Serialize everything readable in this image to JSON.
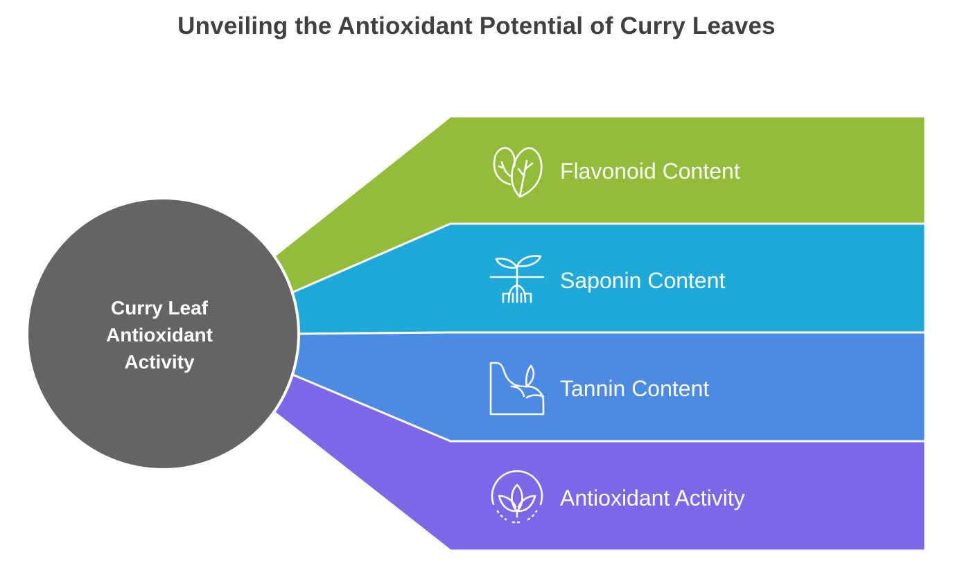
{
  "title": "Unveiling the Antioxidant Potential of Curry Leaves",
  "center": {
    "lines": [
      "Curry Leaf",
      "Antioxidant",
      "Activity"
    ],
    "color": "#646464"
  },
  "bands": [
    {
      "label": "Flavonoid Content",
      "color": "#92BC3A",
      "icon": "leaves-icon"
    },
    {
      "label": "Saponin Content",
      "color": "#1FA8DA",
      "icon": "sprout-roots-icon"
    },
    {
      "label": "Tannin Content",
      "color": "#4C8AE4",
      "icon": "hillside-plant-icon"
    },
    {
      "label": "Antioxidant Activity",
      "color": "#7B67E8",
      "icon": "lotus-circle-icon"
    }
  ]
}
